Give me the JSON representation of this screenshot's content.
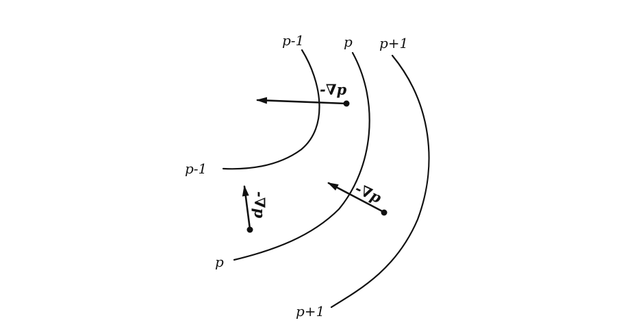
{
  "colors": {
    "ink": "#111111",
    "background": "#ffffff"
  },
  "isobars": {
    "p_minus_1": "p-1",
    "p": "p",
    "p_plus_1": "p+1"
  },
  "vectors": {
    "gradient_upper": "-∇p",
    "gradient_lower": "-∇p",
    "small_vector": "-∇p"
  }
}
